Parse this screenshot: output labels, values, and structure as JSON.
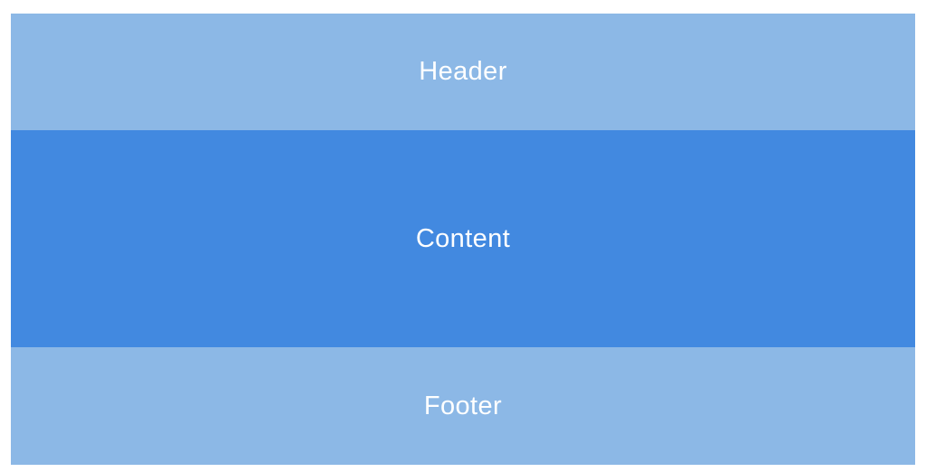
{
  "sections": {
    "header": {
      "label": "Header"
    },
    "content": {
      "label": "Content"
    },
    "footer": {
      "label": "Footer"
    }
  },
  "colors": {
    "band_light": "#8CB8E6",
    "band_dark": "#4289E0",
    "text": "#FFFFFF",
    "page_background": "#FFFFFF"
  }
}
